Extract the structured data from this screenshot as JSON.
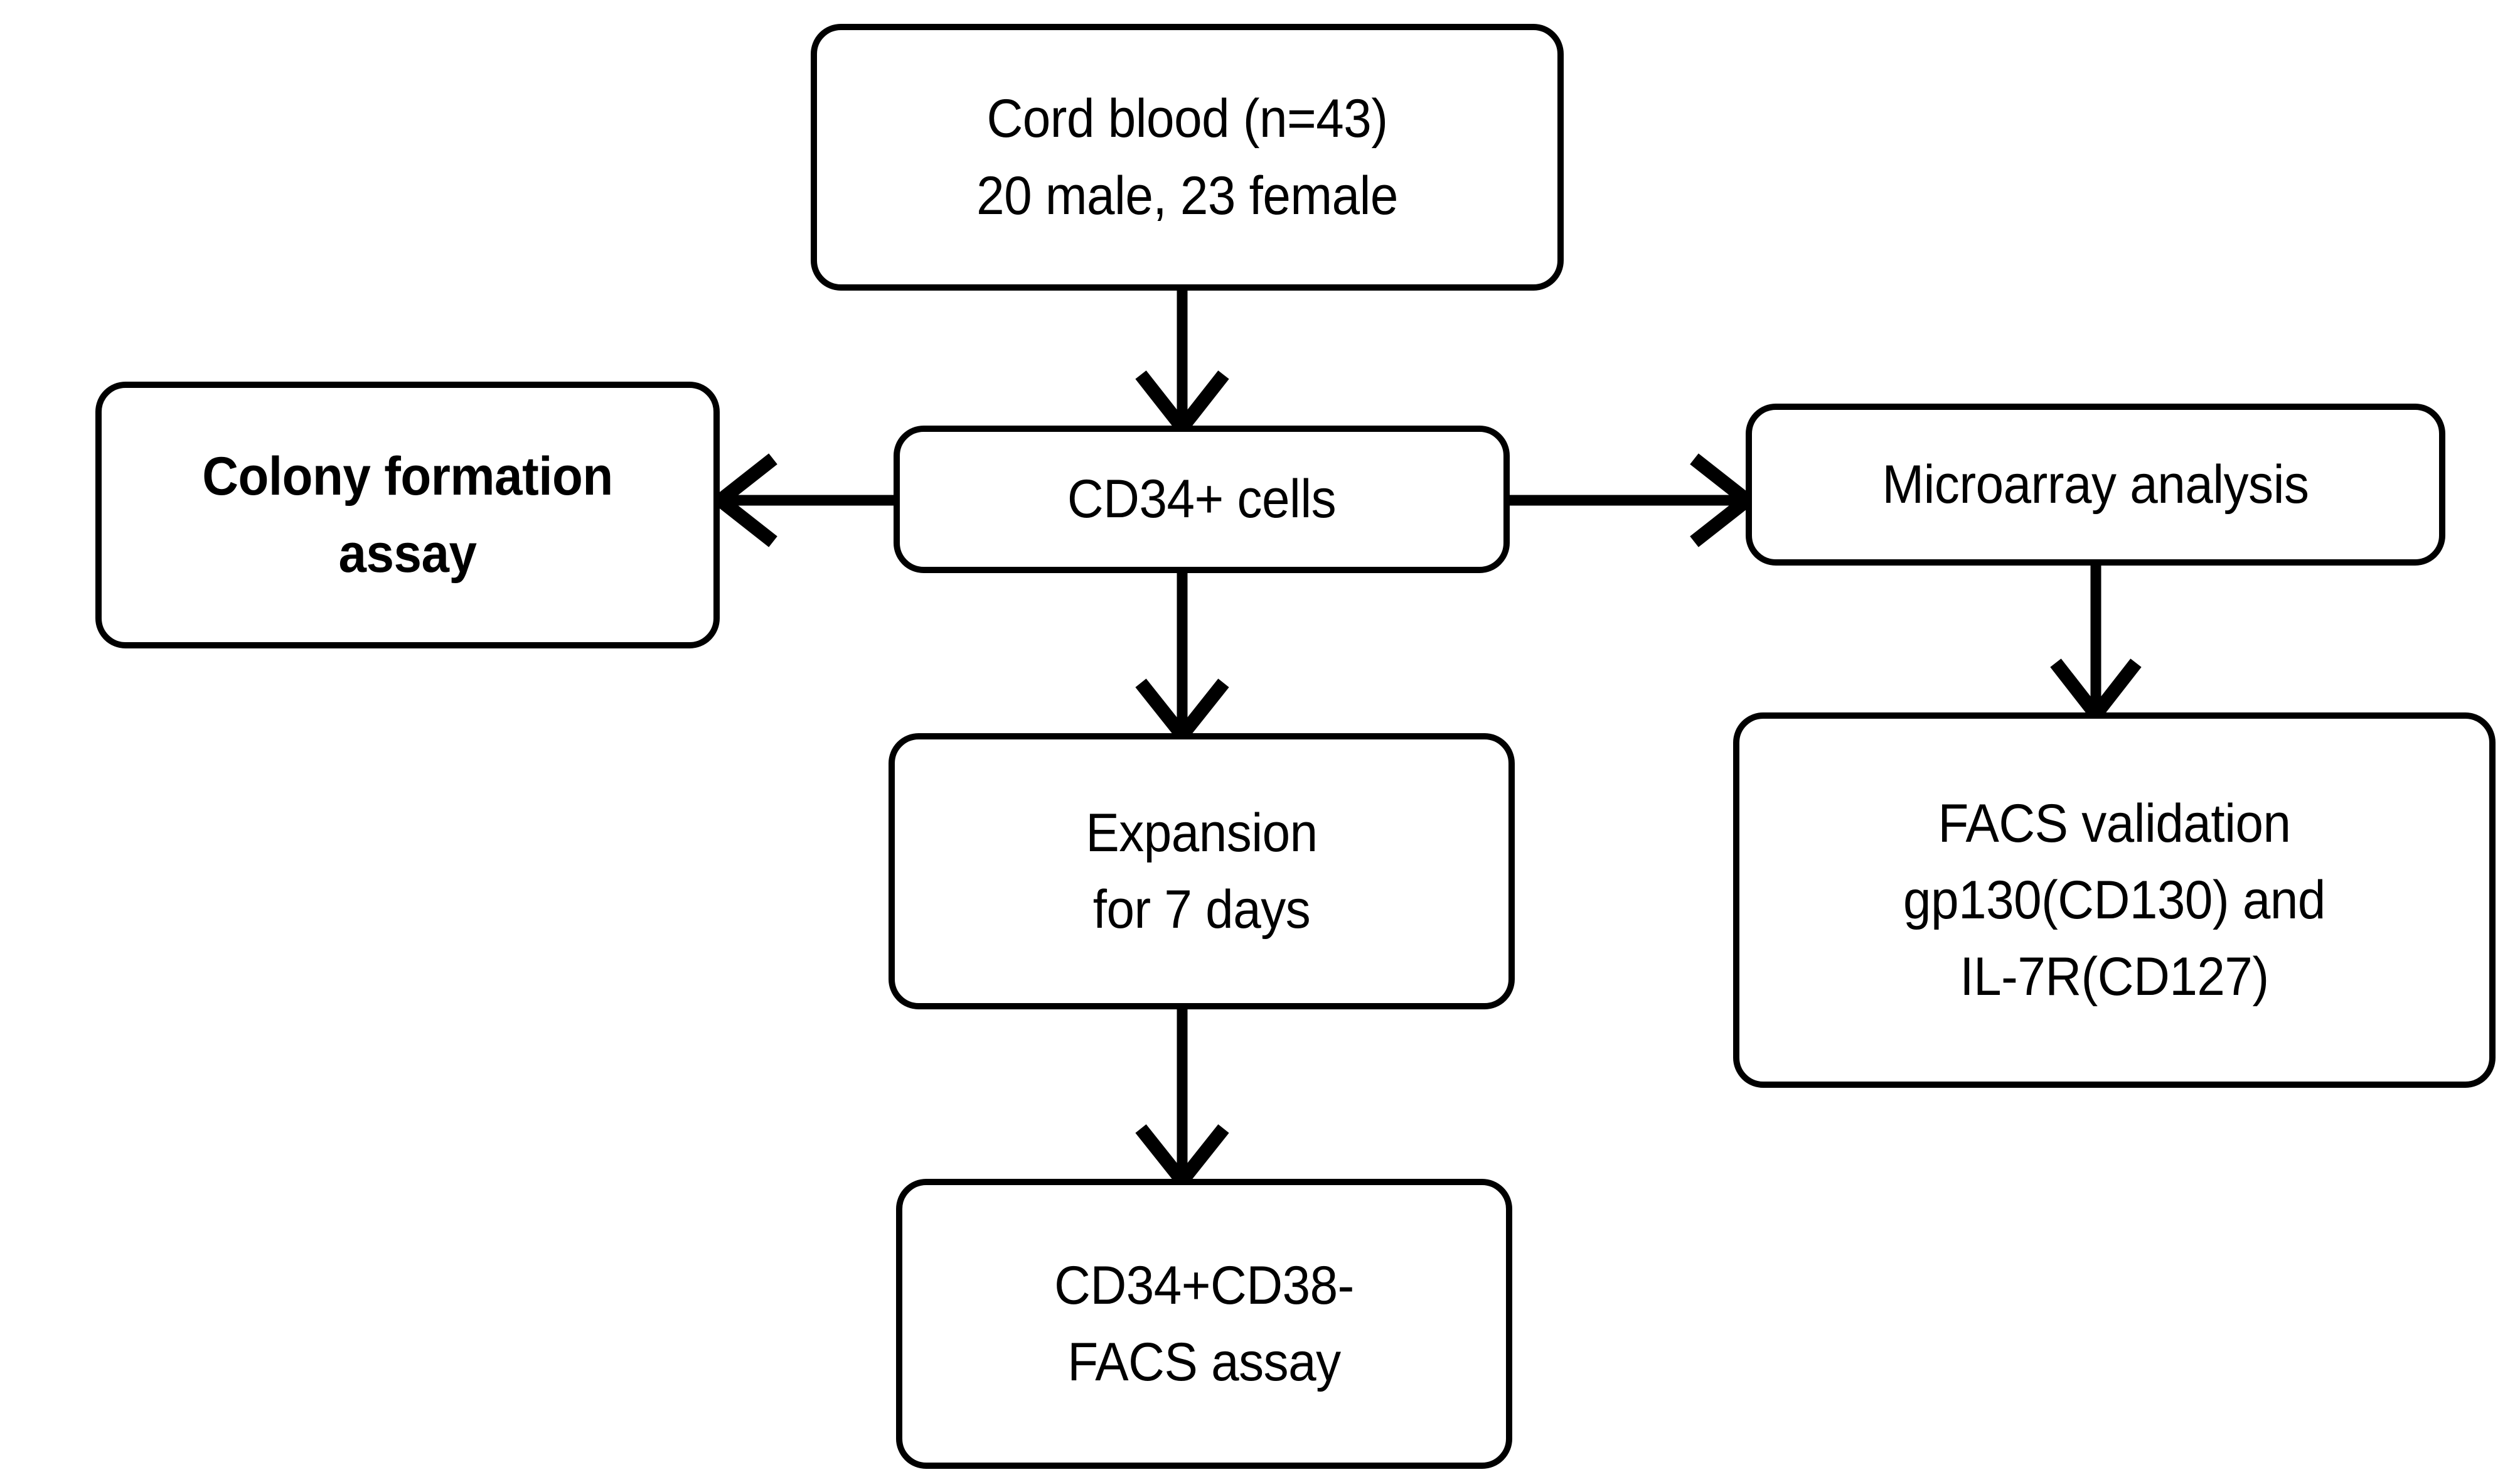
{
  "diagram": {
    "title": "Cord blood CD34+ cell study workflow",
    "background_color": "#ffffff",
    "stroke_color": "#000000",
    "nodes": {
      "cord_blood": {
        "name": "Cord blood",
        "lines": [
          "Cord blood (n=43)",
          "20 male, 23 female"
        ]
      },
      "colony_assay": {
        "name": "Colony formation assay",
        "lines": [
          "Colony formation",
          "assay"
        ]
      },
      "cd34_cells": {
        "name": "CD34+ cells",
        "lines": [
          "CD34+ cells"
        ]
      },
      "microarray": {
        "name": "Microarray analysis",
        "lines": [
          "Microarray analysis"
        ]
      },
      "expansion": {
        "name": "Expansion for 7 days",
        "lines": [
          "Expansion",
          "for 7 days"
        ]
      },
      "facs_validation": {
        "name": "FACS validation",
        "lines": [
          "FACS  validation",
          "gp130(CD130) and",
          "IL-7R(CD127)"
        ]
      },
      "cd34_cd38_facs": {
        "name": "CD34+CD38- FACS assay",
        "lines": [
          "CD34+CD38-",
          "FACS assay"
        ]
      }
    },
    "edges": [
      {
        "id": "cord-blood-to-cd34",
        "from": "cord_blood",
        "to": "cd34_cells",
        "direction": "down",
        "arrowhead": "open-barb"
      },
      {
        "id": "cd34-to-colony",
        "from": "cd34_cells",
        "to": "colony_assay",
        "direction": "left",
        "arrowhead": "open-barb"
      },
      {
        "id": "cd34-to-microarray",
        "from": "cd34_cells",
        "to": "microarray",
        "direction": "right",
        "arrowhead": "open-barb"
      },
      {
        "id": "cd34-to-expansion",
        "from": "cd34_cells",
        "to": "expansion",
        "direction": "down",
        "arrowhead": "open-barb"
      },
      {
        "id": "expansion-to-facs-assay",
        "from": "expansion",
        "to": "cd34_cd38_facs",
        "direction": "down",
        "arrowhead": "open-barb"
      },
      {
        "id": "microarray-to-facs-validation",
        "from": "microarray",
        "to": "facs_validation",
        "direction": "down",
        "arrowhead": "open-barb"
      }
    ]
  }
}
